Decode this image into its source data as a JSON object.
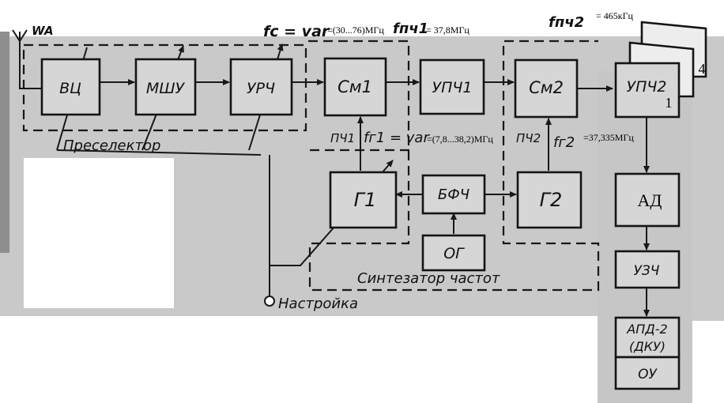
{
  "antenna": "WA",
  "blocks": {
    "vc": "ВЦ",
    "msu": "МШУ",
    "urch": "УРЧ",
    "sm1": "См1",
    "upch1": "УПЧ1",
    "sm2": "См2",
    "upch2": "УПЧ2",
    "g1": "Г1",
    "bfch": "БФЧ",
    "g2": "Г2",
    "og": "ОГ",
    "ad": "АД",
    "uzch": "УЗЧ",
    "apd": "АПД-2",
    "apd_sub": "(ДКУ)",
    "ou": "ОУ"
  },
  "groups": {
    "preselector": "Преселектор",
    "synth": "Синтезатор частот"
  },
  "control": "Настройка",
  "signals": {
    "pch1": "ПЧ1",
    "pch2": "ПЧ2"
  },
  "freqs": {
    "fc_label": "fс = var",
    "fc_value": "=(30...76)МГц",
    "fpch1_label": "fпч1",
    "fpch1_value": "= 37,8МГц",
    "fpch2_label": "fпч2",
    "fpch2_value": "= 465кГц",
    "fg1_label": "fг1 = var",
    "fg1_value": "=(7,8...38,2)МГц",
    "fg2_label": "fг2",
    "fg2_value": "=37,335МГц"
  },
  "stack_labels": {
    "first": "1",
    "last": "4"
  }
}
